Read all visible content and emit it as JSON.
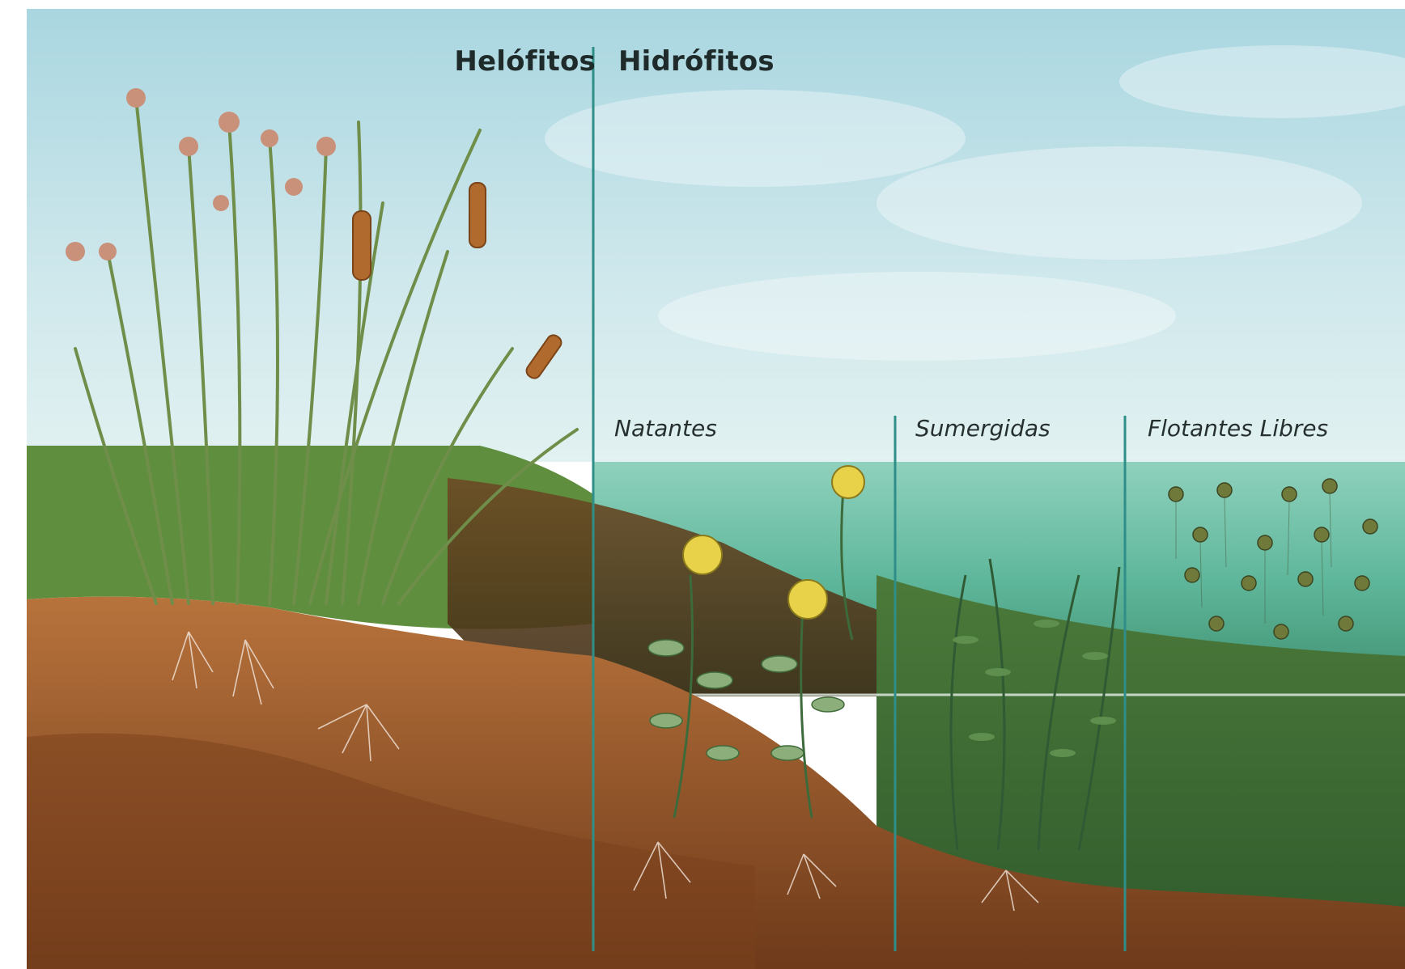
{
  "categories": {
    "helofitos": "Helófitos",
    "hidrofitos": "Hidrófitos"
  },
  "subcategories": {
    "natantes": "Natantes",
    "sumergidas": "Sumergidas",
    "flotantes_libres": "Flotantes Libres"
  },
  "colors": {
    "divider": "#2f8f88",
    "sky": "#bfe0e6",
    "water": "#6cbfa8",
    "soil": "#9a5a2c",
    "label": "#1f2a2a"
  }
}
